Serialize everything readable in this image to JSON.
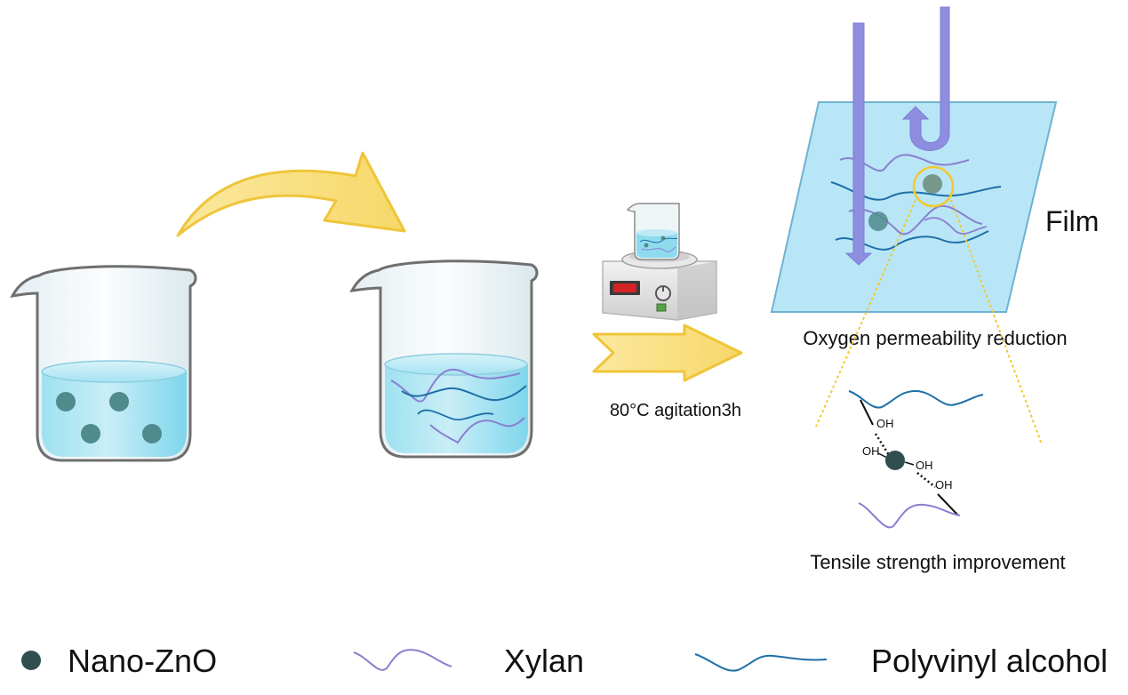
{
  "labels": {
    "heating_step": "80°C agitation3h",
    "film": "Film",
    "oxygen": "Oxygen permeability reduction",
    "tensile": "Tensile strength improvement",
    "oh": "OH"
  },
  "legend": {
    "nano_zno": "Nano-ZnO",
    "xylan": "Xylan",
    "pva": "Polyvinyl alcohol"
  },
  "colors": {
    "nano_zno": "#2f4f4f",
    "xylan": "#8a7fd0",
    "pva": "#1e6fa8",
    "arrow_yellow": "#f7d45a",
    "oxygen_arrow": "#8e8ee0",
    "film": "#b8e6f6",
    "liquid": "#8fdbee"
  },
  "icons": [
    "beaker-icon",
    "hot-plate-stirrer-icon",
    "process-arrow-icon",
    "oxygen-flow-arrow-icon"
  ]
}
